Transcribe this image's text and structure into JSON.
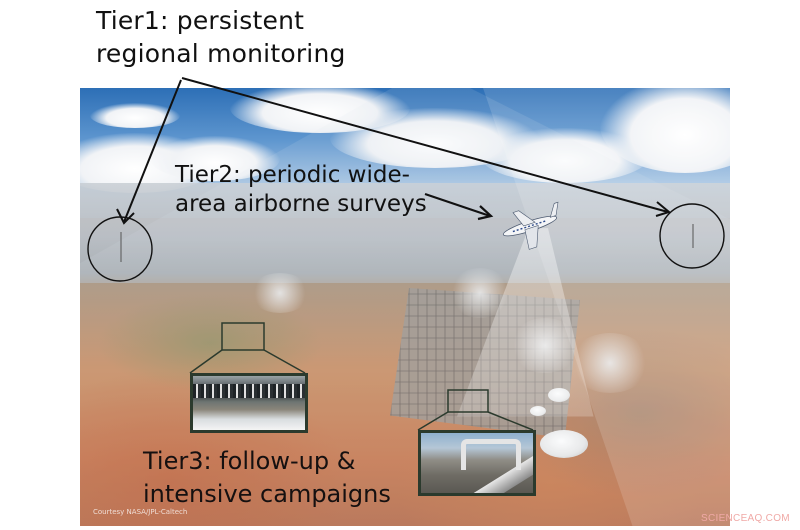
{
  "labels": {
    "tier1": {
      "line1": "Tier1: persistent",
      "line2": "regional monitoring"
    },
    "tier2": {
      "line1": "Tier2: periodic wide-",
      "line2": "area airborne surveys"
    },
    "tier3": {
      "line1": "Tier3:  follow-up &",
      "line2": "intensive campaigns"
    }
  },
  "credit": "Courtesy NASA/JPL-Caltech",
  "watermark": "SCIENCEAQ.COM",
  "icons": {
    "aircraft": "airplane-icon",
    "left_target": "circle-marker-icon",
    "right_target": "circle-marker-icon"
  },
  "colors": {
    "text": "#111111",
    "arrow": "#111111",
    "sky_top": "#2d6fb6",
    "ground": "#c7784f",
    "inset_border": "#2b3a2d",
    "watermark": "#f0a9a6"
  }
}
